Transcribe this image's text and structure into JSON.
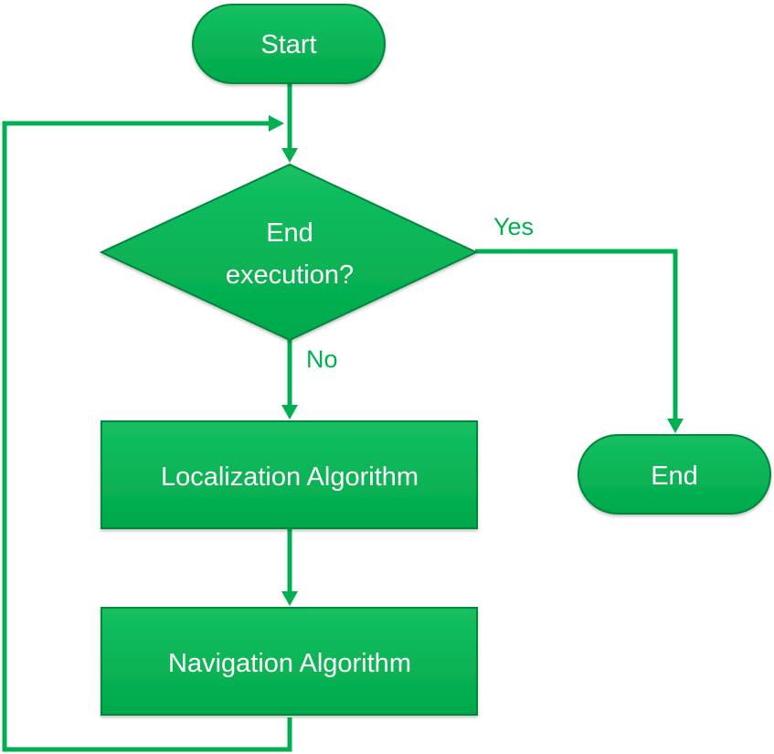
{
  "nodes": {
    "start": {
      "label": "Start"
    },
    "decision": {
      "line1": "End",
      "line2": "execution?"
    },
    "localization": {
      "label": "Localization Algorithm"
    },
    "navigation": {
      "label": "Navigation Algorithm"
    },
    "end": {
      "label": "End"
    }
  },
  "edges": {
    "yes_label": "Yes",
    "no_label": "No"
  },
  "colors": {
    "node_fill": "#00b050",
    "node_edge": "#00873e",
    "connector": "#00b050",
    "text": "#ffffff"
  }
}
